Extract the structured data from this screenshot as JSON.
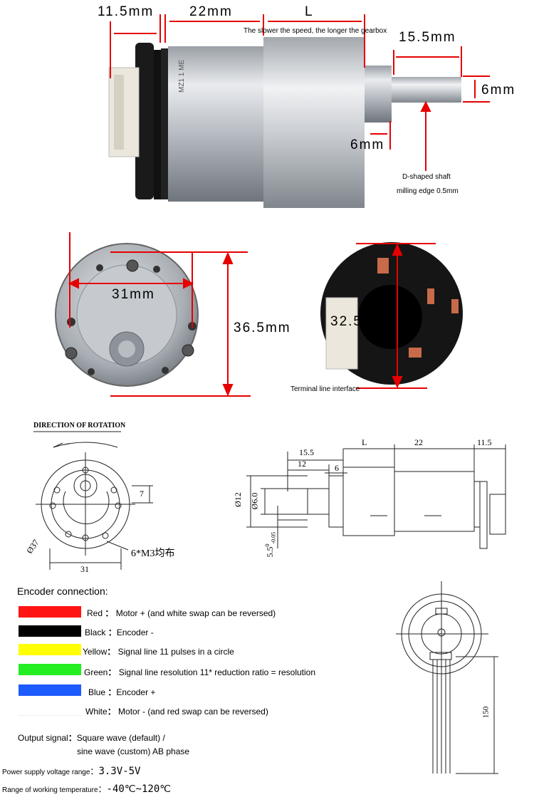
{
  "top": {
    "dim_encoder": "11.5mm",
    "dim_motor": "22mm",
    "dim_gearbox": "L",
    "gearbox_note": "The slower the speed, the longer the gearbox",
    "dim_shaft_len": "15.5mm",
    "dim_shaft_dia": "6mm",
    "dim_collar": "6mm",
    "shaft_note_1": "D-shaped shaft",
    "shaft_note_2": "milling edge 0.5mm",
    "motor_marking": "MZ1 1 ME"
  },
  "middle": {
    "dim_hole_spacing": "31mm",
    "dim_body_dia": "36.5mm",
    "dim_encoder_dia": "32.5mm",
    "terminal_note": "Terminal line interface"
  },
  "drawing": {
    "rotation_title": "DIRECTION OF ROTATION",
    "front_dia": "Ø37",
    "front_width": "31",
    "front_offset": "7",
    "screw_note": "6*M3均布",
    "side_15_5": "15.5",
    "side_12": "12",
    "side_6": "6",
    "side_L": "L",
    "side_22": "22",
    "side_11_5": "11.5",
    "side_dia12": "Ø12",
    "side_dia6": "Ø6.0",
    "side_tol": "5.5",
    "side_tol_sup": "0",
    "side_tol_sub": "-0.05",
    "encoder_len": "150"
  },
  "encoder": {
    "title": "Encoder connection:",
    "wires": [
      {
        "color": "#ff1414",
        "name": "Red",
        "desc": "Motor + (and white swap can be reversed)"
      },
      {
        "color": "#000000",
        "name": "Black",
        "desc": "Encoder -"
      },
      {
        "color": "#ffff00",
        "name": "Yellow",
        "desc": "Signal line 11 pulses in a circle"
      },
      {
        "color": "#22ee22",
        "name": "Green",
        "desc": "Signal line resolution 11* reduction ratio = resolution"
      },
      {
        "color": "#1e5bff",
        "name": "Blue",
        "desc": "Encoder +"
      },
      {
        "color": "#ffffff",
        "name": "White",
        "desc": "Motor - (and red swap can be reversed)"
      }
    ],
    "sep": "：",
    "output_label": "Output signal",
    "output_value_1": "Square wave (default) /",
    "output_value_2": "sine wave (custom) AB phase",
    "supply_label": "Power supply voltage range",
    "supply_value": "3.3V-5V",
    "temp_label": "Range of working temperature",
    "temp_value": "-40℃~120℃"
  }
}
